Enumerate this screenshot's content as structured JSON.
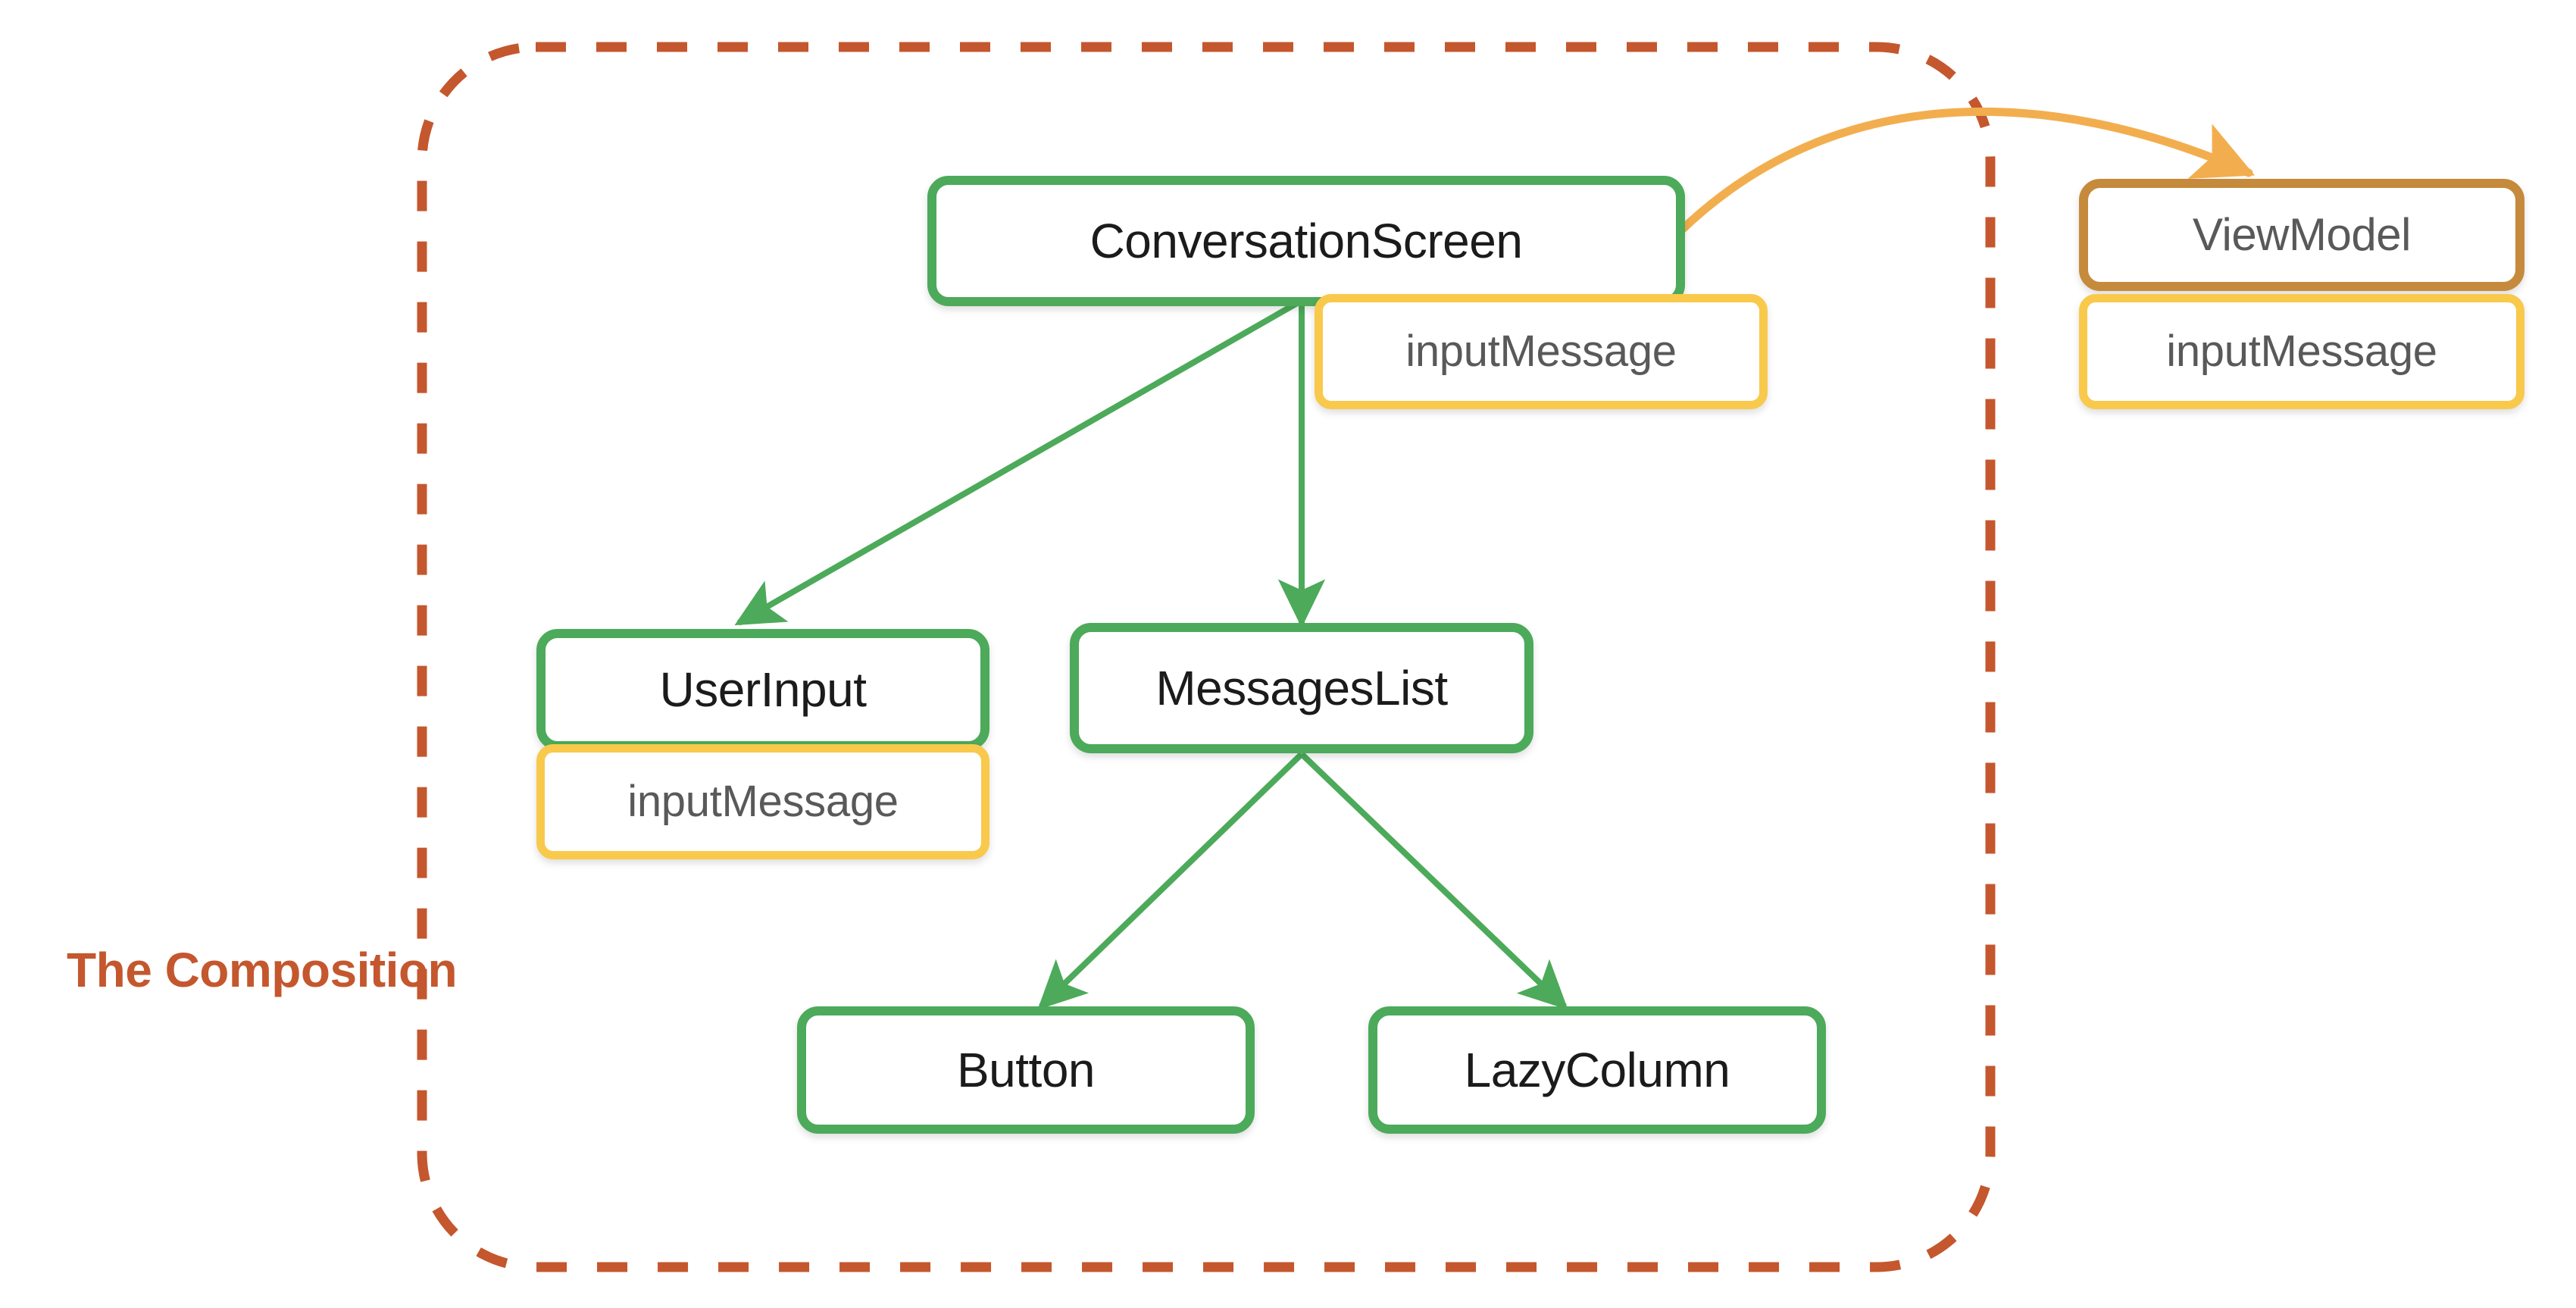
{
  "diagram": {
    "title": "The Composition",
    "caption": "The Composition",
    "colors": {
      "composable_border": "#4caa5a",
      "state_border": "#f9c94c",
      "viewmodel_border": "#c68a3c",
      "frame_dashed": "#c4572e",
      "state_arrow": "#f2ae4e",
      "node_label": "#1b1b1b",
      "muted_label": "#595959",
      "background": "#ffffff"
    }
  },
  "nodes": {
    "conversation_screen": {
      "label": "ConversationScreen",
      "kind": "composable"
    },
    "conversation_screen_state": {
      "label": "inputMessage",
      "kind": "state"
    },
    "view_model": {
      "label": "ViewModel",
      "kind": "viewmodel"
    },
    "view_model_state": {
      "label": "inputMessage",
      "kind": "state"
    },
    "user_input": {
      "label": "UserInput",
      "kind": "composable"
    },
    "user_input_state": {
      "label": "inputMessage",
      "kind": "state"
    },
    "messages_list": {
      "label": "MessagesList",
      "kind": "composable"
    },
    "button": {
      "label": "Button",
      "kind": "composable"
    },
    "lazy_column": {
      "label": "LazyColumn",
      "kind": "composable"
    }
  },
  "edges": [
    {
      "from": "conversation_screen",
      "to": "user_input",
      "style": "solid",
      "color": "#4caa5a"
    },
    {
      "from": "conversation_screen",
      "to": "messages_list",
      "style": "solid",
      "color": "#4caa5a"
    },
    {
      "from": "messages_list",
      "to": "button",
      "style": "solid",
      "color": "#4caa5a"
    },
    {
      "from": "messages_list",
      "to": "lazy_column",
      "style": "solid",
      "color": "#4caa5a"
    },
    {
      "from": "conversation_screen",
      "to": "view_model",
      "style": "curved",
      "color": "#f2ae4e"
    }
  ],
  "frame": {
    "label": "The Composition",
    "style": "dashed",
    "color": "#c4572e"
  }
}
